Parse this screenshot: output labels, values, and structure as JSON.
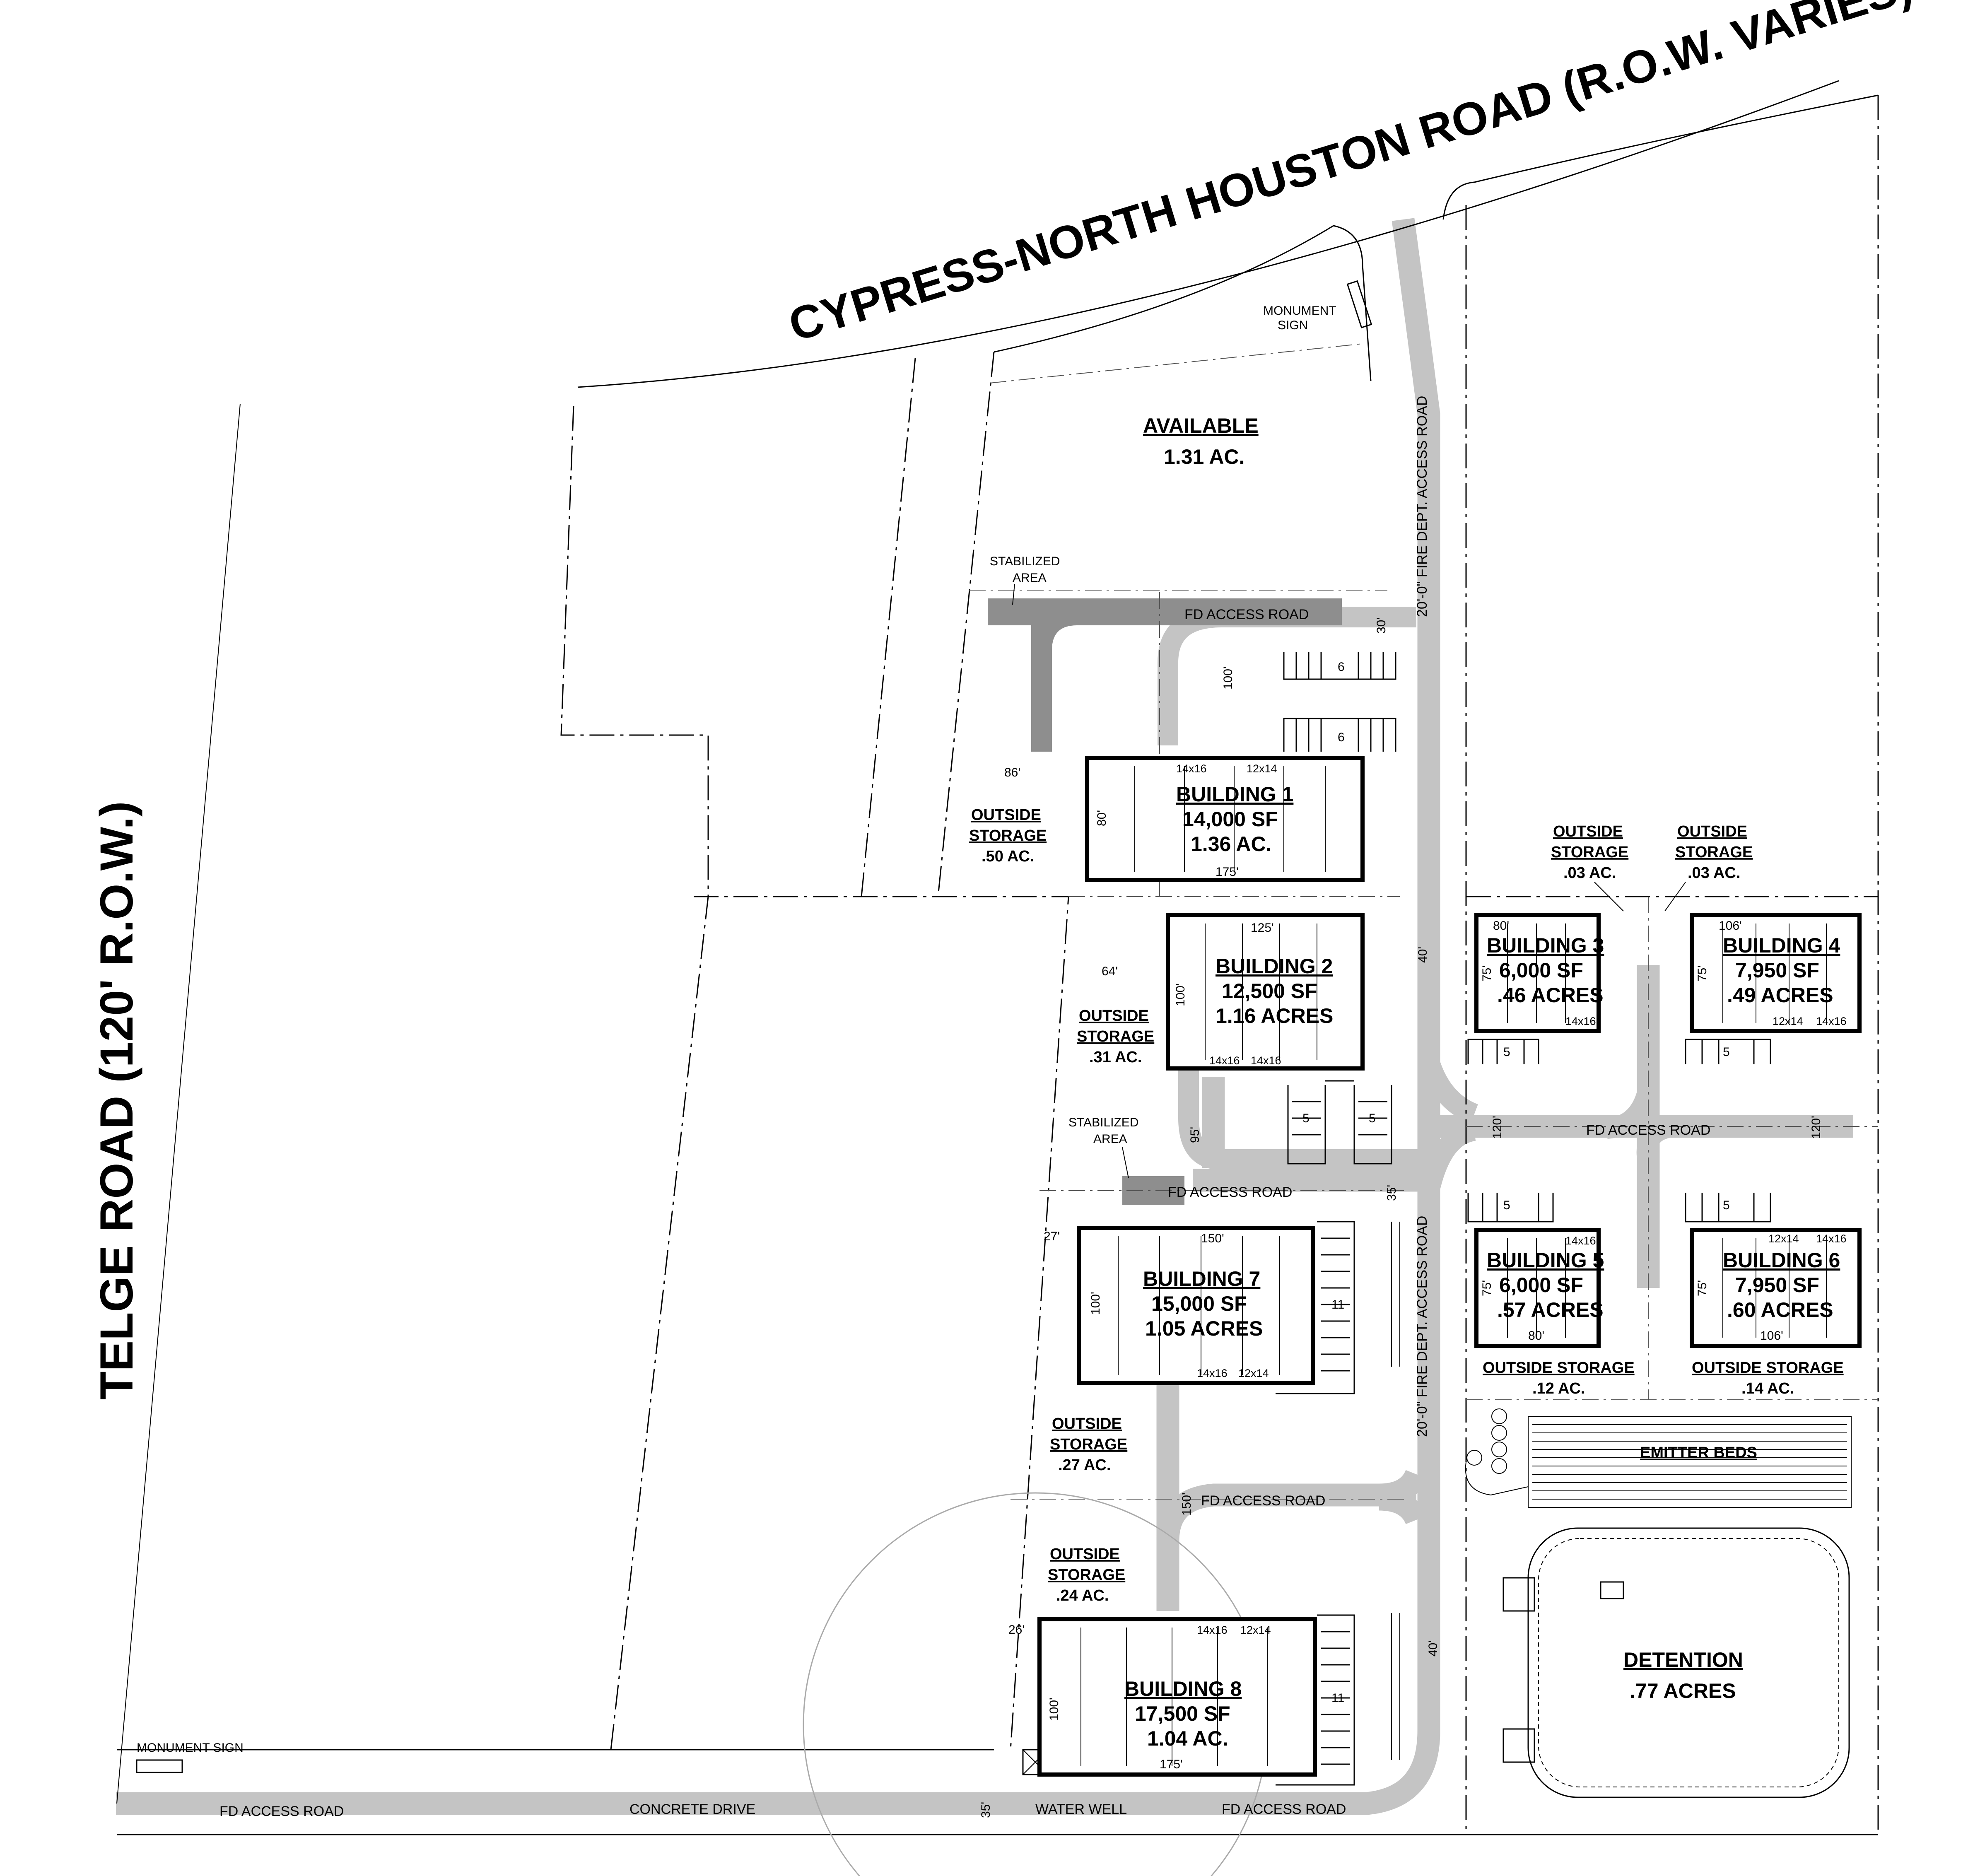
{
  "roads": {
    "north": "CYPRESS-NORTH HOUSTON ROAD (R.O.W. VARIES)",
    "west": "TELGE ROAD (120' R.O.W.)",
    "fd_access_road": "FD ACCESS ROAD",
    "fire_dept_access_north": "20'-0\" FIRE DEPT. ACCESS ROAD",
    "fire_dept_access_south": "20'-0\" FIRE DEPT. ACCESS ROAD",
    "concrete_drive": "CONCRETE DRIVE",
    "water_well": "WATER WELL"
  },
  "signs": {
    "monument_north_line1": "MONUMENT",
    "monument_north_line2": "SIGN",
    "monument_west": "MONUMENT SIGN"
  },
  "available": {
    "title": "AVAILABLE",
    "area": "1.31 AC."
  },
  "stabilized": {
    "line1": "STABILIZED",
    "line2": "AREA"
  },
  "buildings": [
    {
      "title": "BUILDING 1",
      "sf": "14,000 SF",
      "acres": "1.36 AC.",
      "dims": [
        "175'",
        "80'"
      ],
      "doors": [
        "14x16",
        "12x14"
      ]
    },
    {
      "title": "BUILDING 2",
      "sf": "12,500 SF",
      "acres": "1.16 ACRES",
      "dims": [
        "125'",
        "100'"
      ],
      "doors": [
        "14x16",
        "14x16"
      ]
    },
    {
      "title": "BUILDING 3",
      "sf": "6,000 SF",
      "acres": ".46 ACRES",
      "dims": [
        "80'",
        "75'"
      ],
      "doors": [
        "14x16"
      ]
    },
    {
      "title": "BUILDING 4",
      "sf": "7,950 SF",
      "acres": ".49 ACRES",
      "dims": [
        "106'",
        "75'"
      ],
      "doors": [
        "12x14",
        "14x16"
      ]
    },
    {
      "title": "BUILDING 5",
      "sf": "6,000 SF",
      "acres": ".57 ACRES",
      "dims": [
        "80'",
        "75'"
      ],
      "doors": [
        "14x16"
      ]
    },
    {
      "title": "BUILDING 6",
      "sf": "7,950 SF",
      "acres": ".60 ACRES",
      "dims": [
        "106'",
        "75'"
      ],
      "doors": [
        "12x14",
        "14x16"
      ]
    },
    {
      "title": "BUILDING 7",
      "sf": "15,000 SF",
      "acres": "1.05 ACRES",
      "dims": [
        "150'",
        "100'"
      ],
      "doors": [
        "14x16",
        "12x14"
      ]
    },
    {
      "title": "BUILDING 8",
      "sf": "17,500 SF",
      "acres": "1.04 AC.",
      "dims": [
        "175'",
        "100'"
      ],
      "doors": [
        "14x16",
        "12x14"
      ]
    }
  ],
  "outside_storage": {
    "label_1": "OUTSIDE",
    "label_2": "STORAGE",
    "label_full": "OUTSIDE STORAGE",
    "b1": ".50 AC.",
    "b2": ".31 AC.",
    "b3": ".03 AC.",
    "b4": ".03 AC.",
    "b5": ".12 AC.",
    "b6": ".14 AC.",
    "b7": ".27 AC.",
    "b8": ".24 AC."
  },
  "dimensions": {
    "d100": "100'",
    "d86": "86'",
    "d64": "64'",
    "d30": "30'",
    "d40": "40'",
    "d35": "35'",
    "d95": "95'",
    "d27": "27'",
    "d26": "26'",
    "d120": "120'",
    "d150": "150'"
  },
  "parking": {
    "six": "6",
    "five": "5",
    "eleven": "11"
  },
  "emitter_beds": "EMITTER BEDS",
  "detention": {
    "title": "DETENTION",
    "area": ".77 ACRES"
  }
}
